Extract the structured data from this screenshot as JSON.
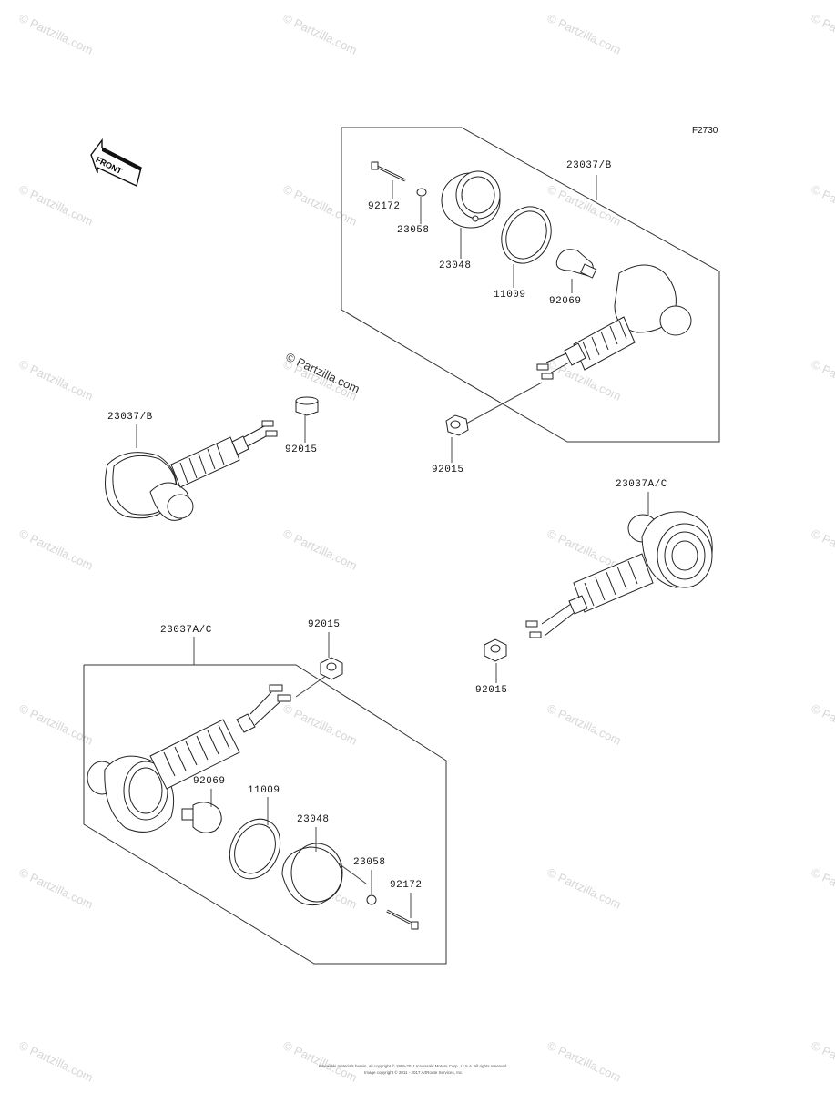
{
  "figure_code": "F2730",
  "front_label": "FRONT",
  "watermark": "© Partzilla.com",
  "center_watermark": "© Partzilla.com",
  "copyright_line1": "Kawasaki materials herein, all copyright © 1995-2011 Kawasaki Motors Corp., U.S.A. All rights reserved.",
  "copyright_line2": "Image copyright © 2011 - 2017 ArtRoute Services, Inc.",
  "labels": {
    "top_23037b": "23037/B",
    "top_92172": "92172",
    "top_23058": "23058",
    "top_23048": "23048",
    "top_11009": "11009",
    "top_92069": "92069",
    "left_23037b": "23037/B",
    "left_92015": "92015",
    "mid_92015": "92015",
    "right_23037ac": "23037A/C",
    "right_92015": "92015",
    "bot_23037ac": "23037A/C",
    "bot_92015": "92015",
    "bot_92069": "92069",
    "bot_11009": "11009",
    "bot_23048": "23048",
    "bot_23058": "23058",
    "bot_92172": "92172"
  }
}
